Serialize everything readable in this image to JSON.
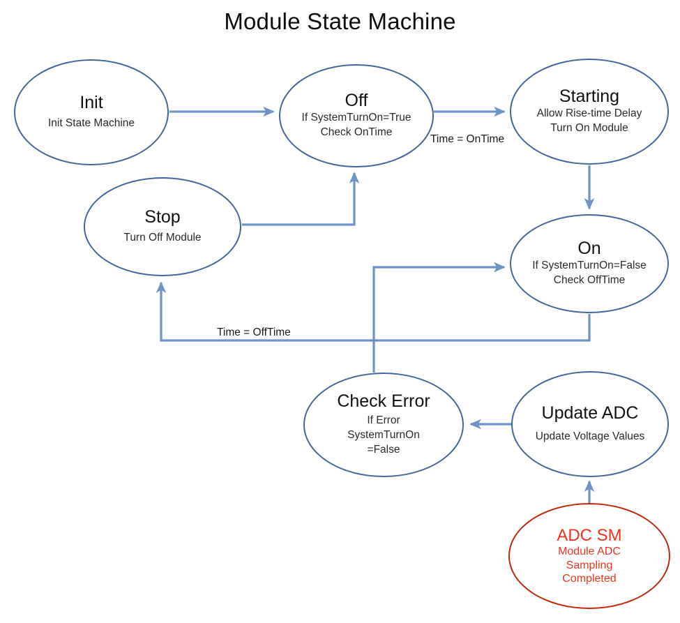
{
  "diagram": {
    "title": "Module State Machine",
    "type": "state-machine",
    "colors": {
      "node_stroke": "#41679c",
      "edge_stroke": "#6f93c8",
      "alert_node_stroke": "#c0280f",
      "alert_node_text": "#ef2d18",
      "text": "#1a1a1a",
      "background": "#ffffff"
    },
    "nodes": [
      {
        "id": "init",
        "title": "Init",
        "lines": [
          "Init State Machine"
        ],
        "shape": "ellipse",
        "accent": "blue"
      },
      {
        "id": "off",
        "title": "Off",
        "lines": [
          "If  SystemTurnOn=True",
          "Check OnTime"
        ],
        "shape": "ellipse",
        "accent": "blue"
      },
      {
        "id": "starting",
        "title": "Starting",
        "lines": [
          "Allow Rise-time Delay",
          "Turn On Module"
        ],
        "shape": "ellipse",
        "accent": "blue"
      },
      {
        "id": "stop",
        "title": "Stop",
        "lines": [
          "Turn Off Module"
        ],
        "shape": "ellipse",
        "accent": "blue"
      },
      {
        "id": "on",
        "title": "On",
        "lines": [
          "If  SystemTurnOn=False",
          "Check OffTime"
        ],
        "shape": "ellipse",
        "accent": "blue"
      },
      {
        "id": "check_error",
        "title": "Check Error",
        "lines": [
          "If Error",
          "SystemTurnOn",
          "=False"
        ],
        "shape": "ellipse",
        "accent": "blue"
      },
      {
        "id": "update_adc",
        "title": "Update ADC",
        "lines": [
          "Update Voltage Values"
        ],
        "shape": "ellipse",
        "accent": "blue"
      },
      {
        "id": "adc_sm",
        "title": "ADC SM",
        "lines": [
          "Module ADC",
          "Sampling",
          "Completed"
        ],
        "shape": "ellipse",
        "accent": "red"
      }
    ],
    "edges": [
      {
        "id": "e1",
        "from": "init",
        "to": "off",
        "label": ""
      },
      {
        "id": "e2",
        "from": "off",
        "to": "starting",
        "label": "Time = OnTime"
      },
      {
        "id": "e3",
        "from": "starting",
        "to": "on",
        "label": ""
      },
      {
        "id": "e4",
        "from": "on",
        "to": "stop",
        "label": "Time = OffTime"
      },
      {
        "id": "e5",
        "from": "stop",
        "to": "off",
        "label": ""
      },
      {
        "id": "e6",
        "from": "check_error",
        "to": "on",
        "label": ""
      },
      {
        "id": "e7",
        "from": "update_adc",
        "to": "check_error",
        "label": ""
      },
      {
        "id": "e8",
        "from": "adc_sm",
        "to": "update_adc",
        "label": ""
      }
    ]
  }
}
